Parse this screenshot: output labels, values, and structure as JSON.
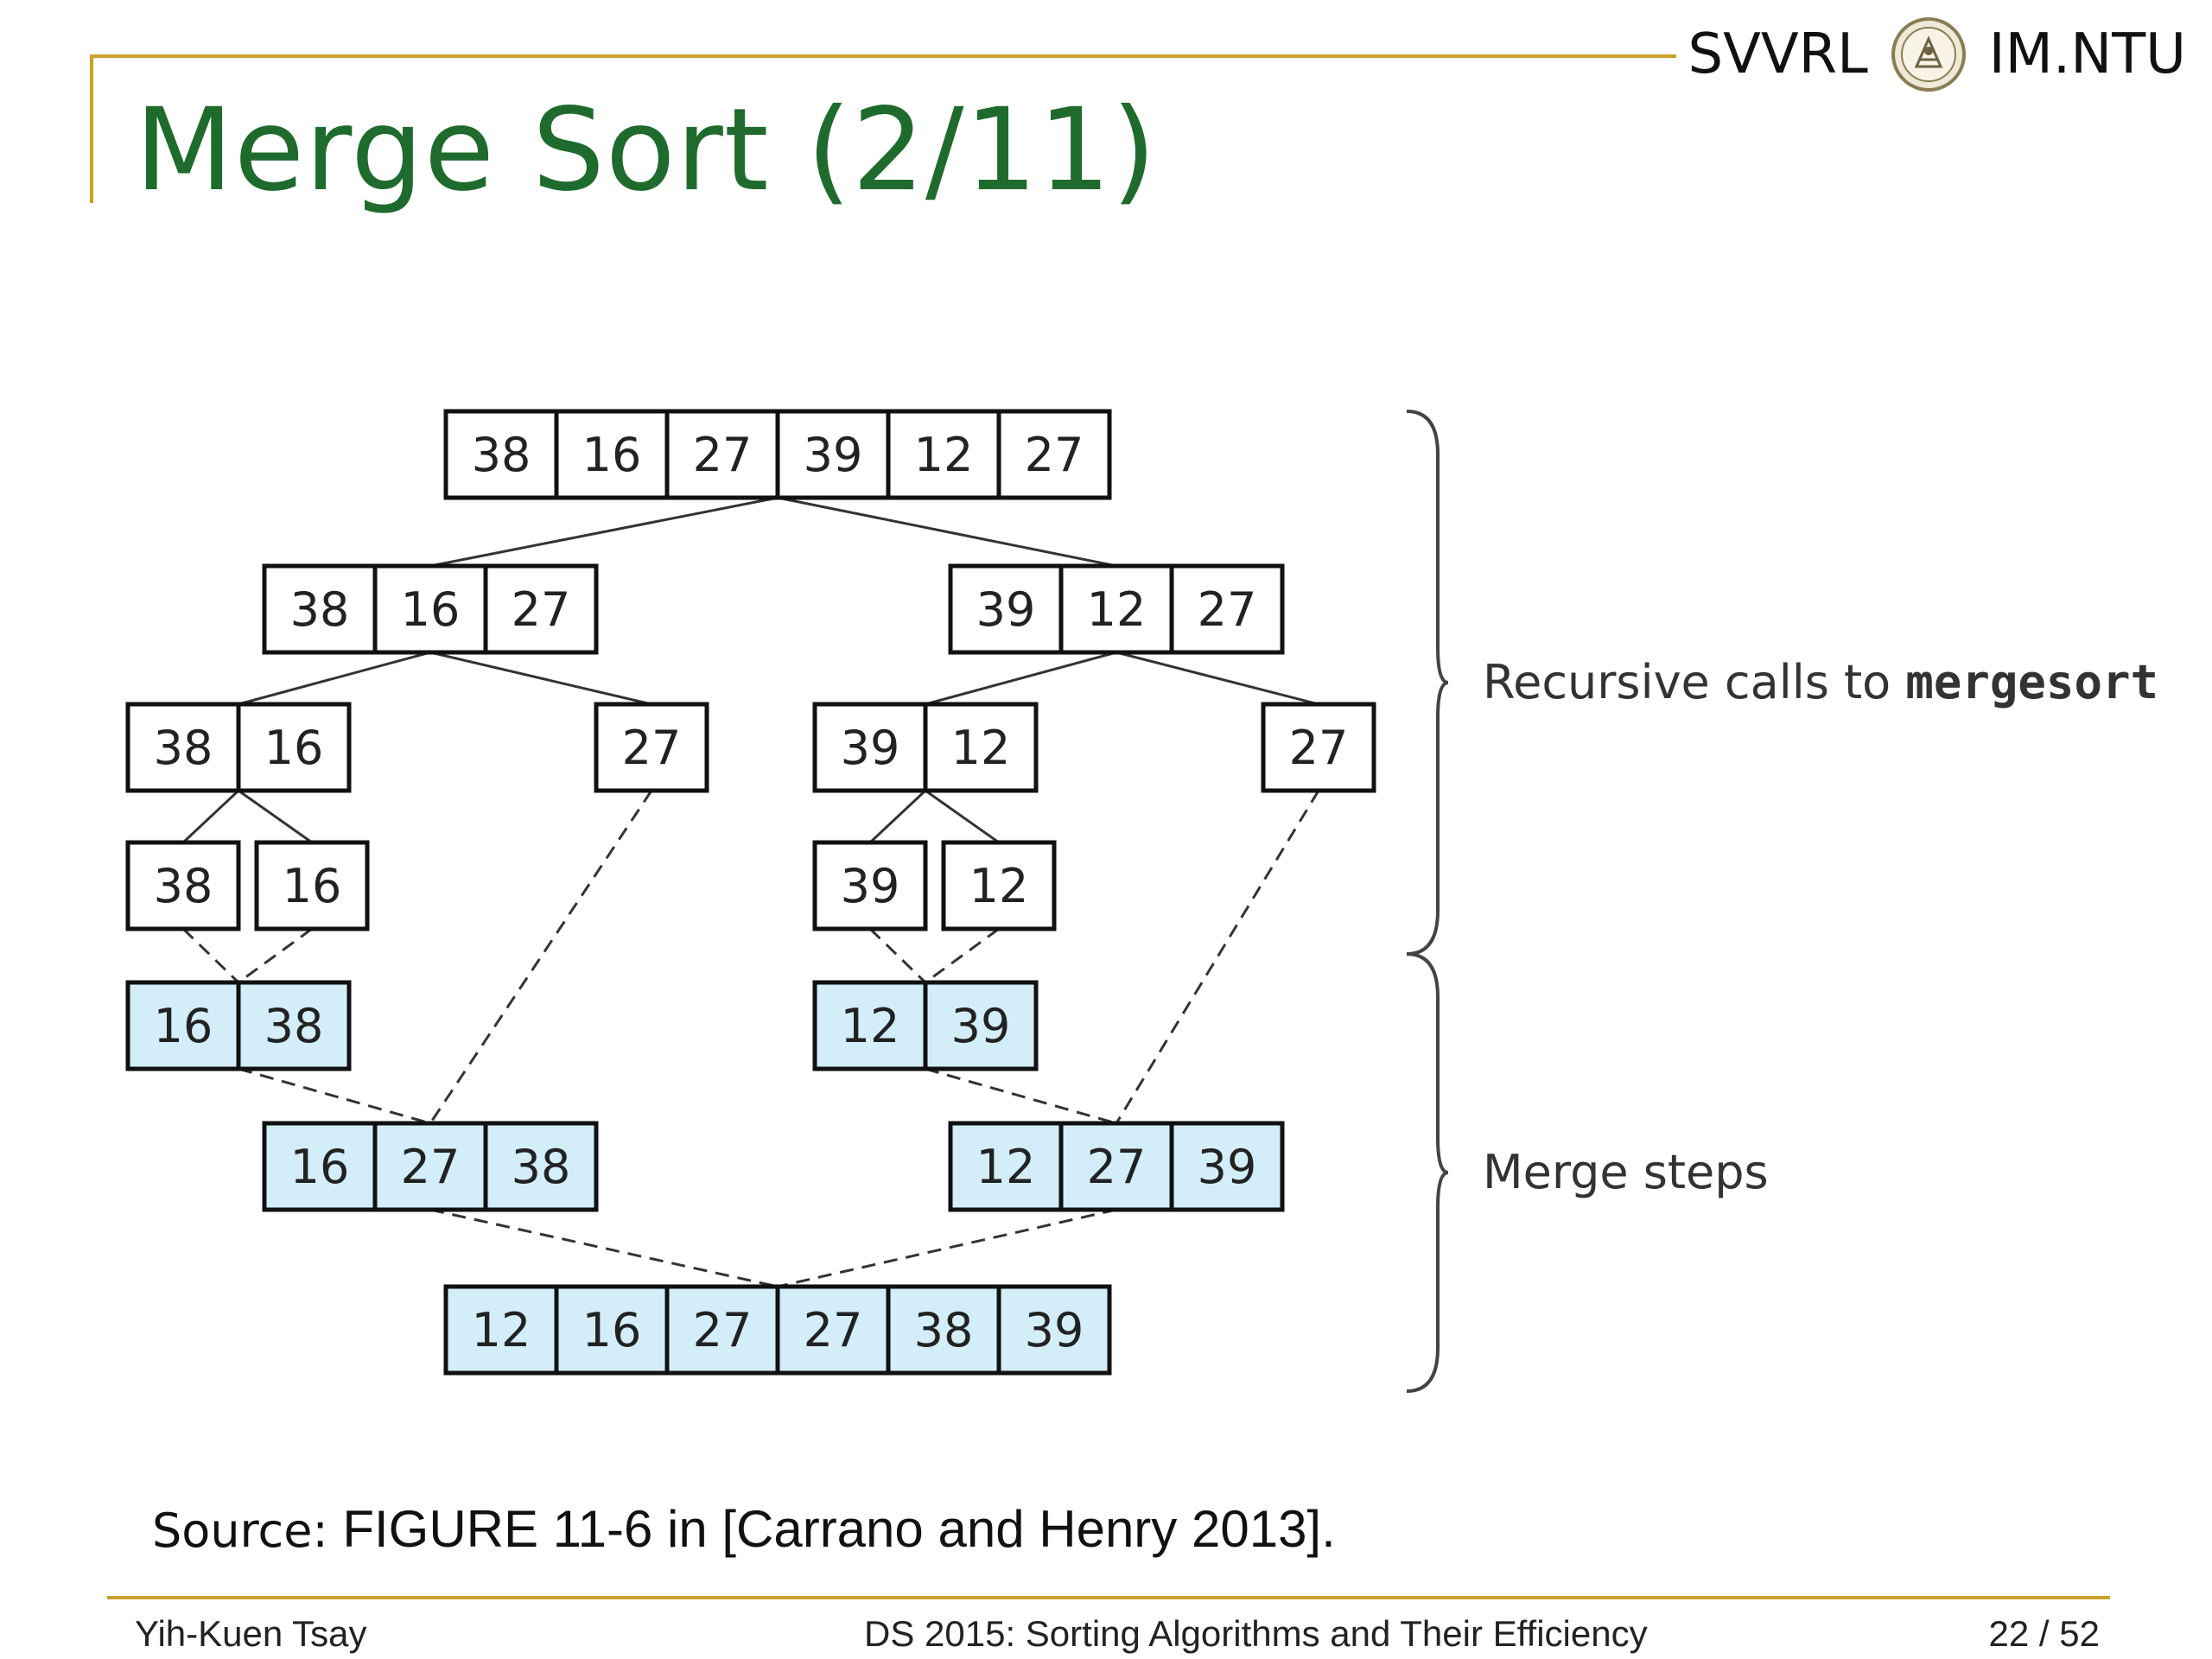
{
  "header": {
    "brand_left": "SVVRL",
    "brand_right": "IM.NTU",
    "logo_icon": "university-seal-icon",
    "title": "Merge Sort (2/11)"
  },
  "diagram": {
    "recursive_levels": [
      [
        [
          38,
          16,
          27,
          39,
          12,
          27
        ]
      ],
      [
        [
          38,
          16,
          27
        ],
        [
          39,
          12,
          27
        ]
      ],
      [
        [
          38,
          16
        ],
        [
          27
        ],
        [
          39,
          12
        ],
        [
          27
        ]
      ],
      [
        [
          38
        ],
        [
          16
        ],
        [
          39
        ],
        [
          12
        ]
      ]
    ],
    "merge_levels": [
      [
        [
          16,
          38
        ],
        [
          12,
          39
        ]
      ],
      [
        [
          16,
          27,
          38
        ],
        [
          12,
          27,
          39
        ]
      ],
      [
        [
          12,
          16,
          27,
          27,
          38,
          39
        ]
      ]
    ],
    "brace_labels": {
      "recursive_prefix": "Recursive calls to ",
      "recursive_code": "mergesort",
      "merge": "Merge steps"
    }
  },
  "source": {
    "key": "Source:",
    "text": " FIGURE 11-6 in [Carrano and Henry 2013]."
  },
  "footer": {
    "author": "Yih-Kuen Tsay",
    "course": "DS 2015: Sorting Algorithms and Their Efficiency",
    "page": "22 / 52"
  },
  "colors": {
    "accent_gold": "#c9a227",
    "title_green": "#1f6b2d",
    "merged_fill": "#d4eef9",
    "box_stroke": "#111111"
  }
}
